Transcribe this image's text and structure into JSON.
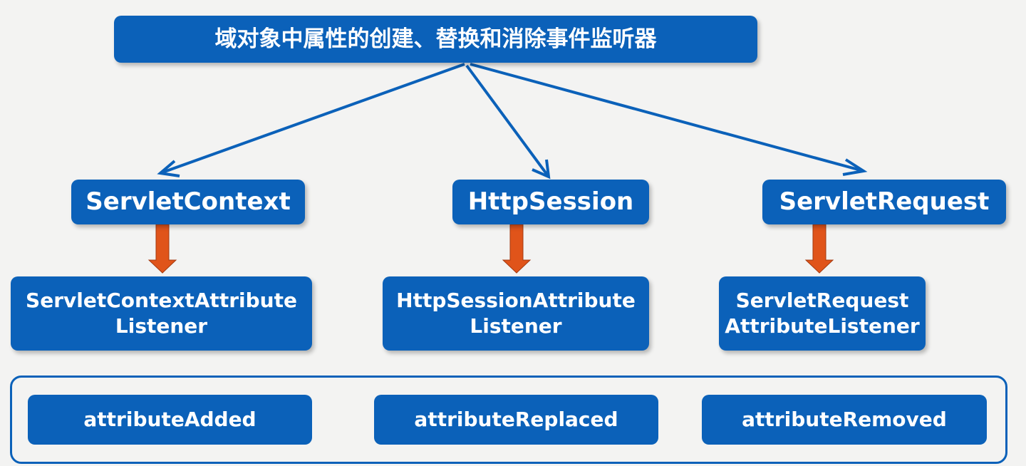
{
  "root": {
    "label": "域对象中属性的创建、替换和消除事件监听器"
  },
  "scopes": [
    {
      "label": "ServletContext",
      "listener_line1": "ServletContextAttribute",
      "listener_line2": "Listener"
    },
    {
      "label": "HttpSession",
      "listener_line1": "HttpSessionAttribute",
      "listener_line2": "Listener"
    },
    {
      "label": "ServletRequest",
      "listener_line1": "ServletRequest",
      "listener_line2": "AttributeListener"
    }
  ],
  "methods": [
    "attributeAdded",
    "attributeReplaced",
    "attributeRemoved"
  ],
  "colors": {
    "box": "#0b61b9",
    "arrow_orange": "#e0541a",
    "background": "#f3f3f2"
  }
}
